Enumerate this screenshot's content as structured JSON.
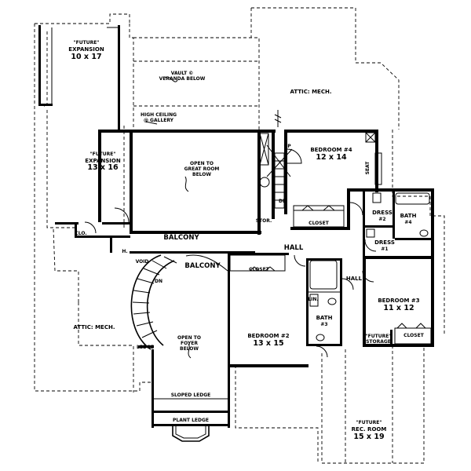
{
  "rooms": {
    "future_expansion_top": {
      "line1": "\"FUTURE\"",
      "line2": "EXPANSION",
      "line3": "10 x 17"
    },
    "future_expansion_left": {
      "line1": "\"FUTURE\"",
      "line2": "EXPANSION",
      "line3": "13 x 16"
    },
    "vault_veranda": {
      "line1": "VAULT ©",
      "line2": "VERANDA BELOW"
    },
    "high_ceiling": {
      "line1": "HIGH CEILING",
      "line2": "@ GALLERY"
    },
    "attic_mech_top": {
      "label": "ATTIC: MECH."
    },
    "attic_mech_left": {
      "label": "ATTIC: MECH."
    },
    "open_great_room": {
      "line1": "OPEN TO",
      "line2": "GREAT ROOM",
      "line3": "BELOW"
    },
    "bedroom4": {
      "name": "BEDROOM #4",
      "size": "12 x 14"
    },
    "bedroom2": {
      "name": "BEDROOM #2",
      "size": "13 x 15"
    },
    "bedroom3": {
      "name": "BEDROOM #3",
      "size": "11 x 12"
    },
    "balcony_upper": {
      "label": "BALCONY"
    },
    "balcony_lower": {
      "label": "BALCONY"
    },
    "hall_main": {
      "label": "HALL"
    },
    "hall_side": {
      "label": "HALL"
    },
    "dress2": {
      "line1": "DRESS",
      "line2": "#2"
    },
    "dress1": {
      "line1": "DRESS",
      "line2": "#1"
    },
    "bath4": {
      "line1": "BATH",
      "line2": "#4"
    },
    "bath3": {
      "line1": "BATH",
      "line2": "#3"
    },
    "open_foyer": {
      "line1": "OPEN TO",
      "line2": "FOYER",
      "line3": "BELOW"
    },
    "sloped_ledge": {
      "label": "SLOPED LEDGE"
    },
    "plant_ledge": {
      "label": "PLANT LEDGE"
    },
    "future_rec_room": {
      "line1": "\"FUTURE\"",
      "line2": "REC. ROOM",
      "line3": "15 x 19"
    },
    "future_storage": {
      "line1": "\"FUTURE\"",
      "line2": "STORAGE"
    }
  },
  "small_labels": {
    "closet_b4": "CLOSET",
    "closet_b2": "CLOSET",
    "closet_b3": "CLOSET",
    "clo": "CLO.",
    "stor": "STOR.",
    "void": "VOID",
    "ledge": "LEDGE",
    "lin": "LIN.",
    "up": "UP",
    "dn_stair": "DN",
    "dn_spiral": "DN",
    "seat": "SEAT",
    "h": "H."
  }
}
